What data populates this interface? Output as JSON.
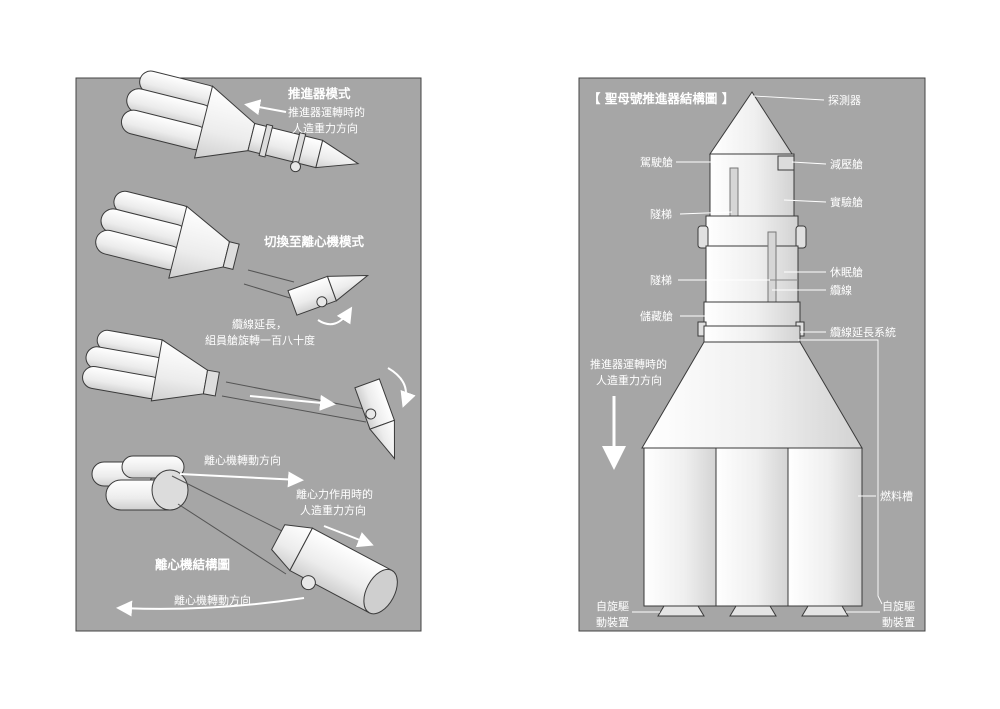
{
  "left_panel": {
    "thruster_mode": {
      "title": "推進器模式",
      "note_line1": "推進器運轉時的",
      "note_line2": "人造重力方向"
    },
    "switch_mode": {
      "title": "切換至離心機模式"
    },
    "cable_note": {
      "line1": "纜線延長，",
      "line2": "組員艙旋轉一百八十度"
    },
    "centrifuge": {
      "rotation_top": "離心機轉動方向",
      "force_line1": "離心力作用時的",
      "force_line2": "人造重力方向",
      "title": "離心機結構圖",
      "rotation_bottom": "離心機轉動方向"
    }
  },
  "right_panel": {
    "title": "【 聖母號推進器結構圖 】",
    "labels": {
      "probe": "探測器",
      "cockpit": "駕駛艙",
      "decompression": "減壓艙",
      "lab": "實驗艙",
      "ladder_upper": "隧梯",
      "sleep": "休眠艙",
      "ladder_lower": "隧梯",
      "cable": "纜線",
      "storage": "儲藏艙",
      "cable_system": "纜線延長系統",
      "gravity_line1": "推進器運轉時的",
      "gravity_line2": "人造重力方向",
      "fuel": "燃料槽",
      "spin_left_line1": "自旋驅",
      "spin_left_line2": "動裝置",
      "spin_right_line1": "自旋驅",
      "spin_right_line2": "動裝置"
    }
  },
  "colors": {
    "panel_bg": "#a6a6a6",
    "ship_body": "#efefef",
    "outline": "#3a3a3a",
    "label_text": "#ffffff"
  }
}
